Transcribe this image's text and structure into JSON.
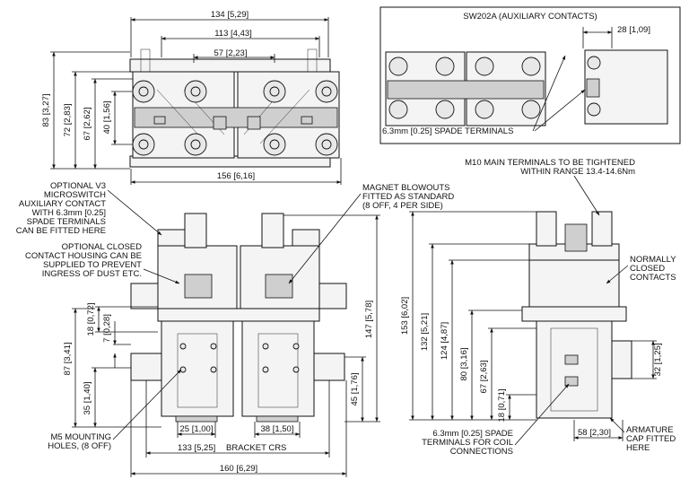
{
  "top_view": {
    "dim_134": "134 [5,29]",
    "dim_113": "113 [4,43]",
    "dim_57": "57 [2,23]",
    "dim_83": "83 [3,27]",
    "dim_72": "72 [2,83]",
    "dim_67": "67 [2,62]",
    "dim_40": "40 [1,56]",
    "dim_156": "156 [6,16]"
  },
  "aux_inset": {
    "title": "SW202A (AUXILIARY CONTACTS)",
    "dim_28": "28 [1,09]",
    "spade_note": "6.3mm [0.25] SPADE TERMINALS"
  },
  "notes": {
    "microswitch": [
      "OPTIONAL V3",
      "MICROSWITCH",
      "AUXILIARY CONTACT",
      "WITH 6.3mm [0.25]",
      "SPADE TERMINALS",
      "CAN BE FITTED HERE"
    ],
    "housing": [
      "OPTIONAL CLOSED",
      "CONTACT HOUSING CAN BE",
      "SUPPLIED TO PREVENT",
      "INGRESS OF DUST ETC."
    ],
    "blowouts": [
      "MAGNET BLOWOUTS",
      "FITTED AS STANDARD",
      "(8 OFF, 4 PER SIDE)"
    ],
    "m10": [
      "M10 MAIN TERMINALS TO BE TIGHTENED",
      "WITHIN RANGE 13.4-14.6Nm"
    ],
    "nc": [
      "NORMALLY",
      "CLOSED",
      "CONTACTS"
    ],
    "mounting": [
      "M5 MOUNTING",
      "HOLES, (8 OFF)"
    ],
    "coil_spade": [
      "6.3mm [0.25] SPADE",
      "TERMINALS FOR COIL",
      "CONNECTIONS"
    ],
    "armature": [
      "ARMATURE",
      "CAP FITTED",
      "HERE"
    ]
  },
  "front_view": {
    "dim_18a": "18 [0,72]",
    "dim_7": "7 [0,28]",
    "dim_87": "87 [3,41]",
    "dim_35": "35 [1,40]",
    "dim_25": "25 [1,00]",
    "dim_38": "38 [1,50]",
    "dim_133": "133 [5,25]",
    "bracket": "BRACKET CRS",
    "dim_160": "160 [6,29]",
    "dim_147": "147 [5,78]",
    "dim_45": "45 [1,76]"
  },
  "side_view": {
    "dim_153": "153 [6,02]",
    "dim_132": "132 [5,21]",
    "dim_124": "124 [4,87]",
    "dim_80": "80 [3,16]",
    "dim_67b": "67 [2,63]",
    "dim_18b": "18 [0,71]",
    "dim_32": "32 [1,25]",
    "dim_58": "58 [2,30]"
  }
}
